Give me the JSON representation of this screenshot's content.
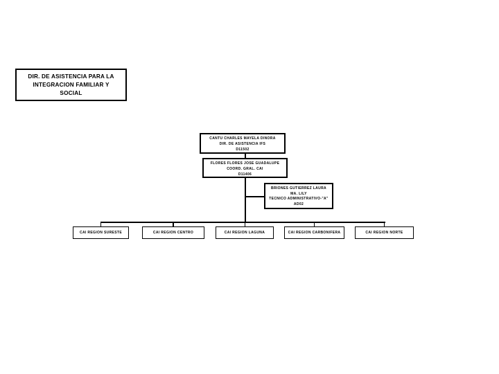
{
  "colors": {
    "background": "#ffffff",
    "box_fill": "#ffffff",
    "box_border": "#000000",
    "text": "#000000",
    "connector": "#000000"
  },
  "title_box": {
    "lines": [
      "DIR. DE ASISTENCIA PARA LA",
      "INTEGRACION FAMILIAR Y",
      "SOCIAL"
    ]
  },
  "org": {
    "director": {
      "lines": [
        "CANTU CHARLES MAYELA DINORA",
        "DIR. DE ASISTENCIA IFS",
        "D11502"
      ]
    },
    "coordinator": {
      "lines": [
        "FLORES FLORES JOSE GUADALUPE",
        "COORD. GRAL. CAI",
        "D11406"
      ]
    },
    "assistant": {
      "lines": [
        "BRIONES GUTIERREZ LAURA",
        "MA. LILY",
        "TECNICO ADMINISTRATIVO-\"A\"",
        "AD02"
      ]
    },
    "regions": [
      {
        "label": "CAI REGION SURESTE"
      },
      {
        "label": "CAI REGION CENTRO"
      },
      {
        "label": "CAI REGION LAGUNA"
      },
      {
        "label": "CAI REGION CARBONIFERA"
      },
      {
        "label": "CAI REGION NORTE"
      }
    ]
  }
}
